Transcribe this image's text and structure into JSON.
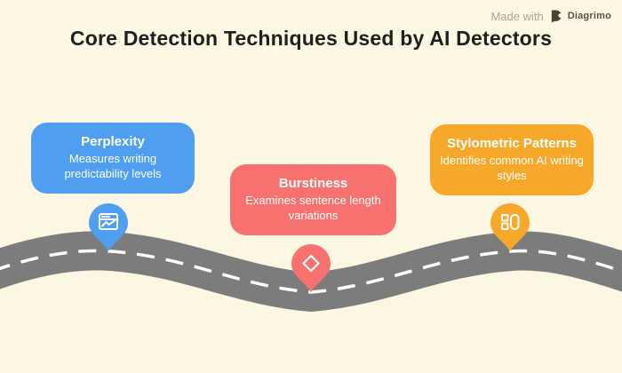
{
  "header": {
    "title": "Core Detection Techniques Used by AI Detectors"
  },
  "watermark": {
    "made_with": "Made with",
    "brand": "Diagrimo"
  },
  "colors": {
    "background": "#FBF7E2",
    "title_text": "#1F1F1F",
    "road": "#7C7C7C",
    "road_dash": "#FFFFFF",
    "watermark_text": "#A6A699",
    "brand_text": "#54544A",
    "card_text": "#FFFFFF"
  },
  "nodes": [
    {
      "title": "Perplexity",
      "description": "Measures writing predictability levels",
      "color": "#4F9EF0",
      "icon": "chart-window-icon"
    },
    {
      "title": "Burstiness",
      "description": "Examines sentence length variations",
      "color": "#F7716E",
      "icon": "diamond-icon"
    },
    {
      "title": "Stylometric Patterns",
      "description": "Identifies common AI writing styles",
      "color": "#F6A82B",
      "icon": "grid-panels-icon"
    }
  ]
}
